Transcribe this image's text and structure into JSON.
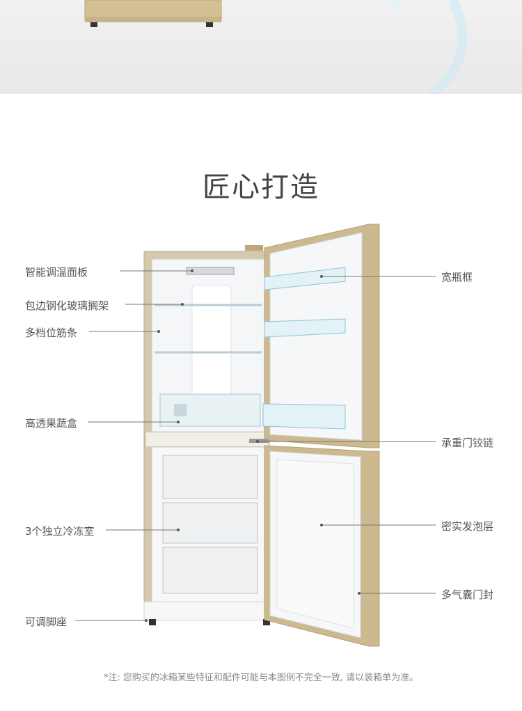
{
  "title": "匠心打造",
  "labels": {
    "control_panel": "智能调温面板",
    "glass_shelf": "包边钢化玻璃搁架",
    "shelf_ribs": "多档位筋条",
    "crisper": "高透果蔬盒",
    "freezer": "3个独立冷冻室",
    "feet": "可调脚座",
    "bottle_rack": "宽瓶框",
    "hinge": "承重门铰链",
    "foam": "密实发泡层",
    "seal": "多气囊门封"
  },
  "footnote": "*注: 您购买的冰箱某些特征和配件可能与本图例不完全一致, 请以装箱单为准。",
  "colors": {
    "gold_door": "#cdb98f",
    "line": "#777777"
  }
}
